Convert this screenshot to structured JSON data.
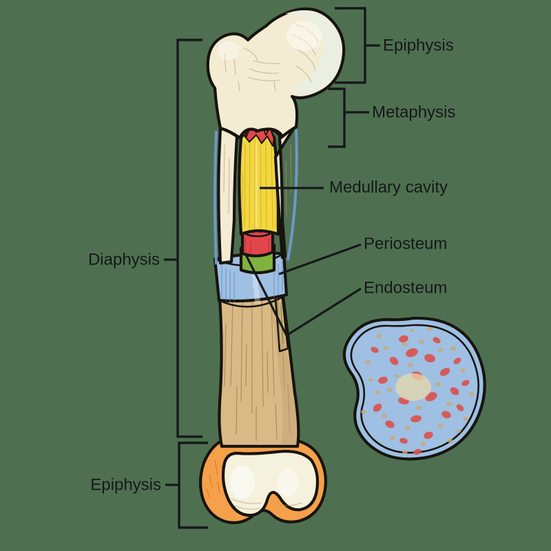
{
  "figure": {
    "title": "Long bone anatomy",
    "background_color": "#4e7050",
    "text_color": "#16181a",
    "outline_color": "#17140f"
  },
  "labels": {
    "epiphysis_top": "Epiphysis",
    "metaphysis": "Metaphysis",
    "medullary_cavity": "Medullary cavity",
    "periosteum": "Periosteum",
    "endosteum": "Endosteum",
    "diaphysis": "Diaphysis",
    "epiphysis_bottom": "Epiphysis"
  },
  "structures": [
    {
      "name": "Epiphysis",
      "side": "right",
      "marker": "bracket",
      "color": "#f3ecd2"
    },
    {
      "name": "Metaphysis",
      "side": "right",
      "marker": "bracket",
      "color": "#f5a04a"
    },
    {
      "name": "Medullary cavity",
      "side": "right",
      "marker": "leader",
      "color": "#f2d73f"
    },
    {
      "name": "Periosteum",
      "side": "right",
      "marker": "leader",
      "color": "#9fc0e3"
    },
    {
      "name": "Endosteum",
      "side": "right",
      "marker": "leader",
      "color": "#7fb23f"
    },
    {
      "name": "Diaphysis",
      "side": "left",
      "marker": "bracket",
      "color": "#d9b985"
    },
    {
      "name": "Epiphysis",
      "side": "left",
      "marker": "bracket",
      "color": "#f3ecd2"
    }
  ],
  "palette": {
    "background": "#4e7050",
    "articular_cartilage": "#eef0e0",
    "compact_bone_light": "#f3ecd2",
    "spongy_bone_orange": "#f5a04a",
    "yellow_marrow": "#f2d73f",
    "red_marrow": "#e2464a",
    "endosteum_green": "#7fb23f",
    "periosteum_blue": "#9fc0e3",
    "shaft_tan": "#d9b985",
    "trabecular_red": "#d9534f",
    "cross_section_fill": "#f0e2b8"
  },
  "cross_section": {
    "name": "bone cross-section inset",
    "rim_color": "#9fc0e3",
    "fill_color": "#f0e2b8",
    "marrow_spot_color": "#d9534f"
  }
}
